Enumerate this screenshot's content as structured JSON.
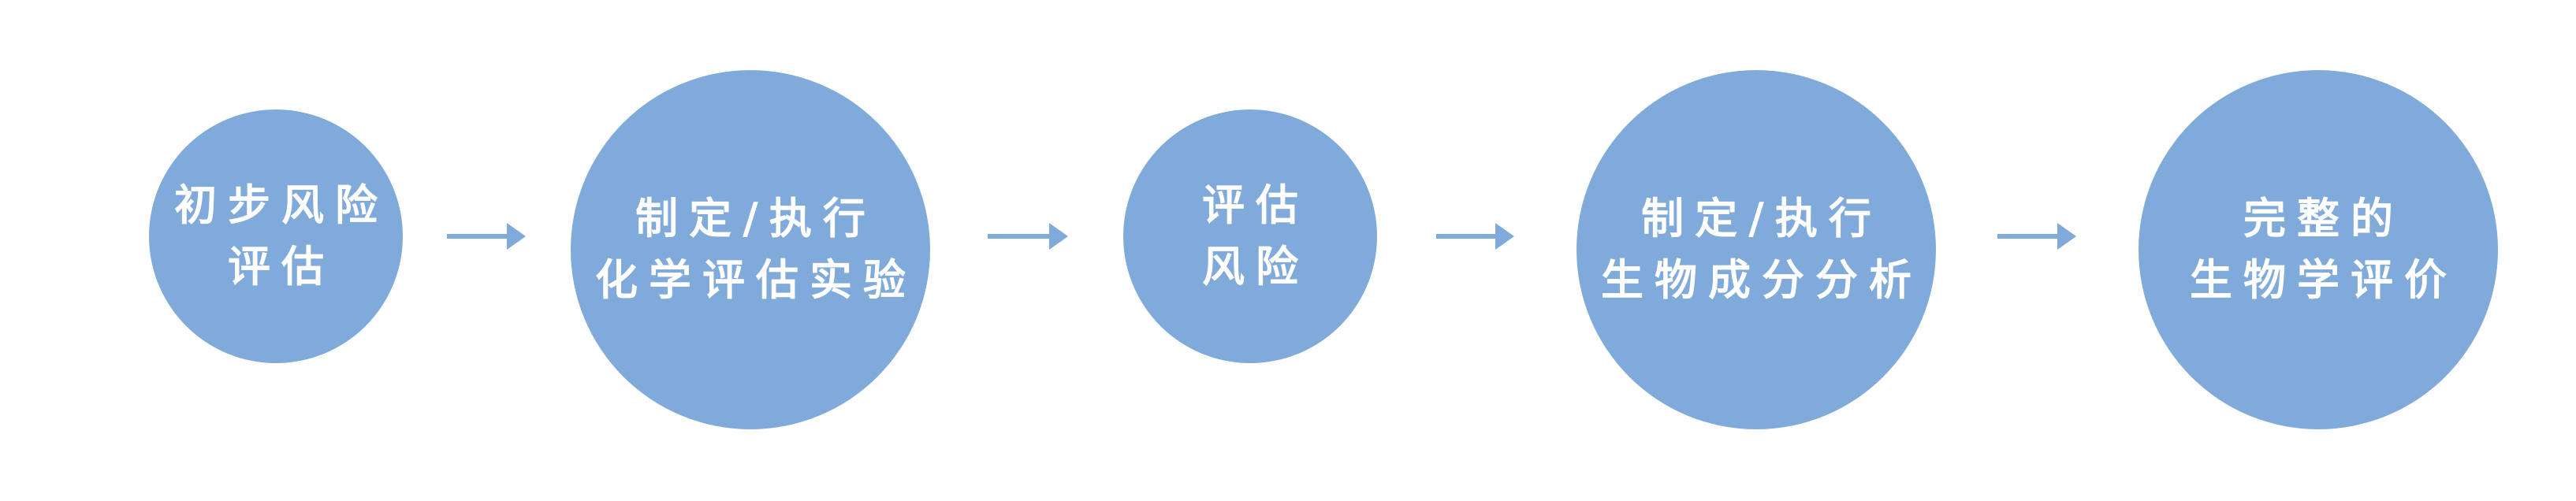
{
  "colors": {
    "node": "#80AADA",
    "text": "#FFFFFF",
    "arrow": "#80AADA"
  },
  "steps": [
    {
      "lines": [
        "初步风险",
        "评估"
      ]
    },
    {
      "lines": [
        "制定/执行",
        "化学评估实验"
      ]
    },
    {
      "lines": [
        "评估",
        "风险"
      ]
    },
    {
      "lines": [
        "制定/执行",
        "生物成分分析"
      ]
    },
    {
      "lines": [
        "完整的",
        "生物学评价"
      ]
    }
  ]
}
